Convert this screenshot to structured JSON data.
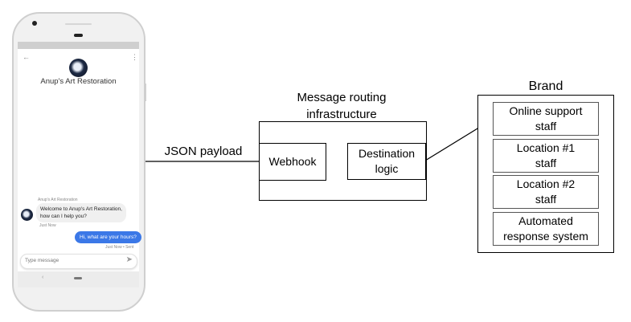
{
  "phone": {
    "business_name": "Anup's Art Restoration",
    "sender_label": "Anup's Art Restoration",
    "incoming_message": "Welcome to Anup's Art Restoration, how can I help you?",
    "incoming_line1": "Welcome to Anup's Art Restoration,",
    "incoming_line2": "how can I help you?",
    "incoming_time": "Just Now",
    "outgoing_message": "Hi, what are your hours?",
    "outgoing_status": "Just Now • Sent",
    "input_placeholder": "Type message",
    "accent_color": "#3b78e7"
  },
  "diagram": {
    "payload_label": "JSON payload",
    "infrastructure": {
      "title_line1": "Message routing",
      "title_line2": "infrastructure",
      "webhook": "Webhook",
      "destination_line1": "Destination",
      "destination_line2": "logic"
    },
    "brand": {
      "title": "Brand",
      "items": [
        {
          "line1": "Online support",
          "line2": "staff"
        },
        {
          "line1": "Location #1",
          "line2": "staff"
        },
        {
          "line1": "Location #2",
          "line2": "staff"
        },
        {
          "line1": "Automated",
          "line2": "response system"
        }
      ]
    }
  }
}
